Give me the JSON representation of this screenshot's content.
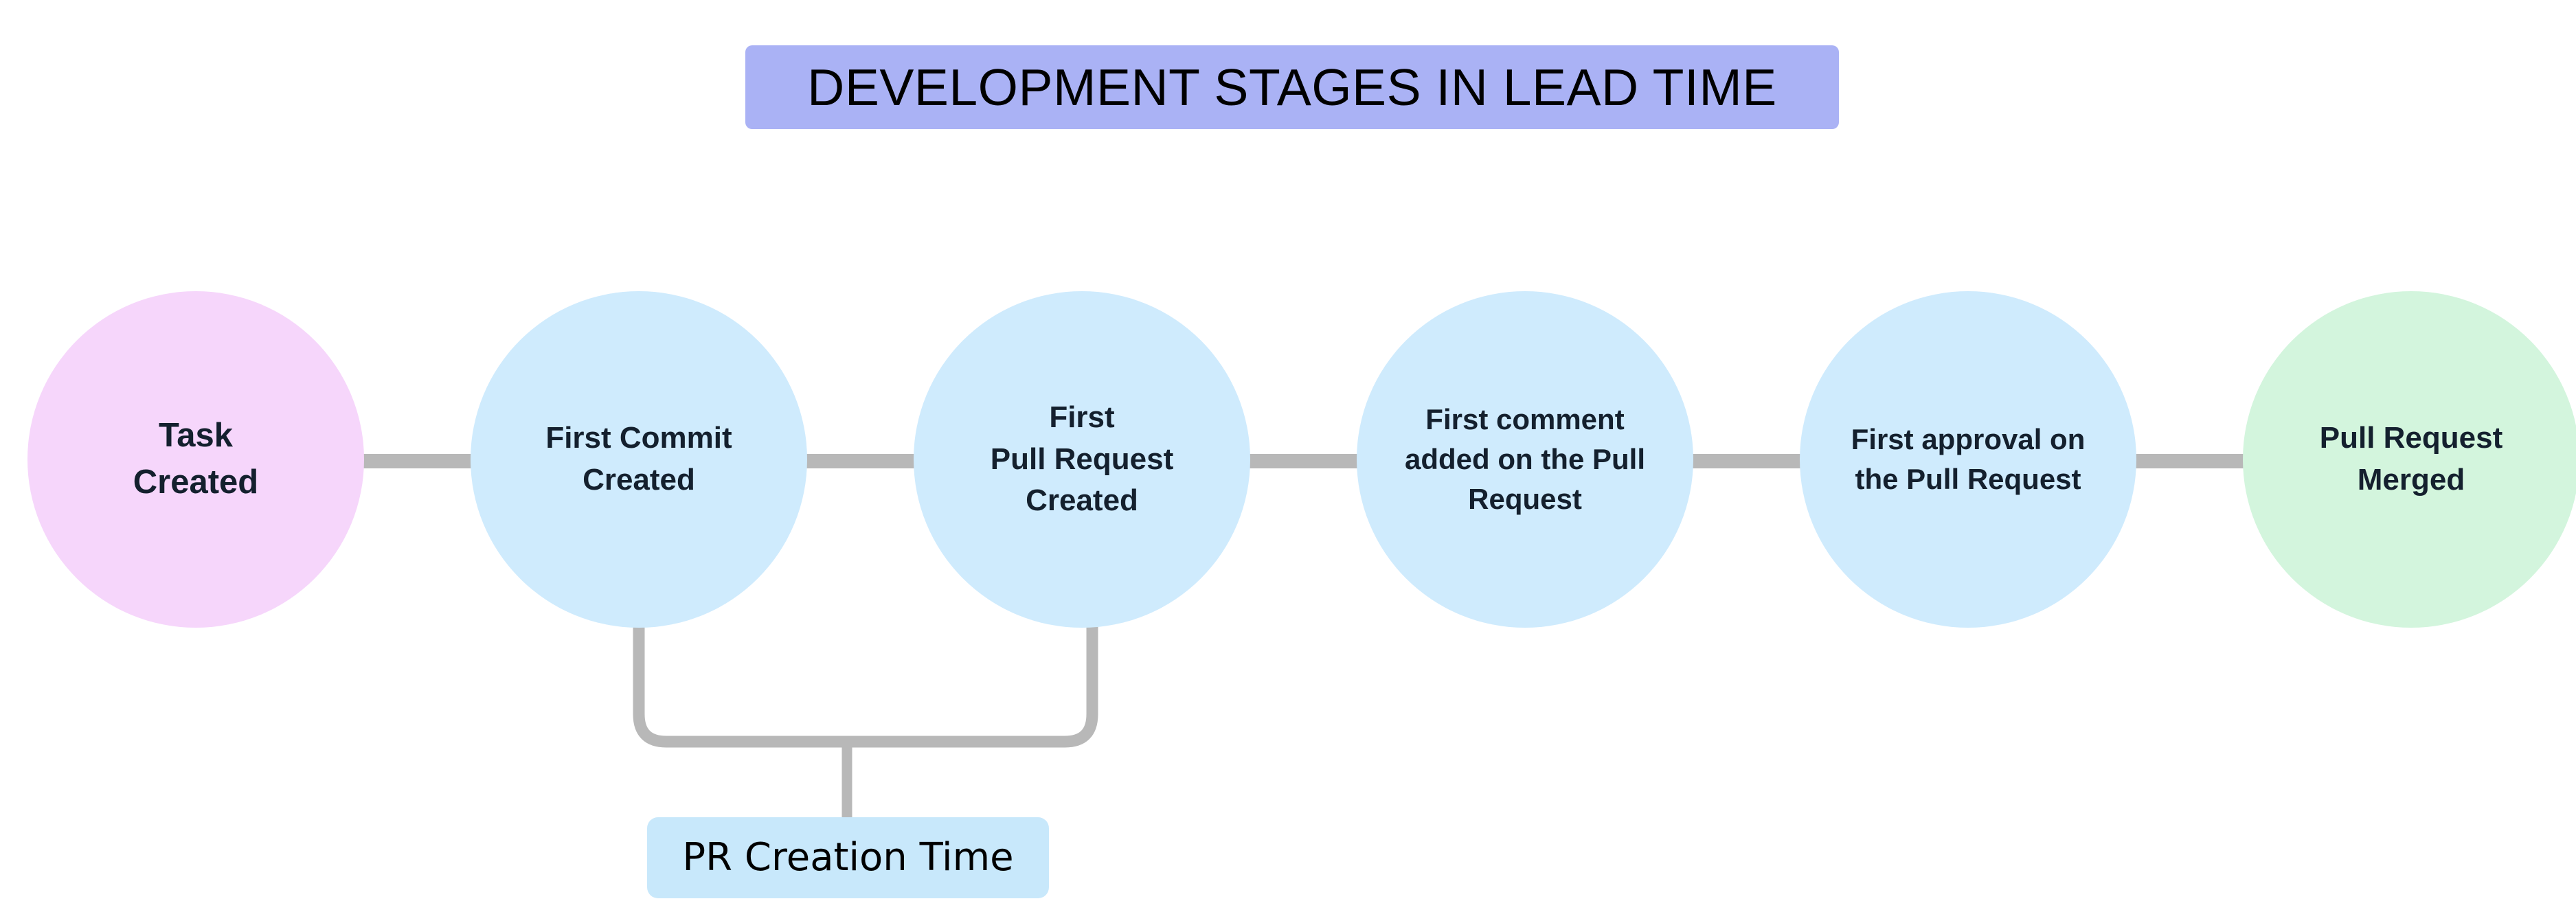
{
  "diagram": {
    "title": "DEVELOPMENT STAGES IN LEAD TIME",
    "title_bg_color": "#aab2f5",
    "canvas_bg_color": "#ffffff",
    "connector_color": "#b8b8b8",
    "stages": [
      {
        "id": "task-created",
        "label": "Task\nCreated",
        "fill_color": "#f6d6fb",
        "text_color": "#14202e"
      },
      {
        "id": "first-commit-created",
        "label": "First Commit\nCreated",
        "fill_color": "#cfebfd",
        "text_color": "#14202e"
      },
      {
        "id": "first-pull-request-created",
        "label": "First\nPull Request\nCreated",
        "fill_color": "#cfebfd",
        "text_color": "#14202e"
      },
      {
        "id": "first-comment-added",
        "label": "First comment\nadded on the Pull\nRequest",
        "fill_color": "#cfebfd",
        "text_color": "#14202e"
      },
      {
        "id": "first-approval",
        "label": "First approval on\nthe Pull Request",
        "fill_color": "#cfebfd",
        "text_color": "#14202e"
      },
      {
        "id": "pull-request-merged",
        "label": "Pull Request\nMerged",
        "fill_color": "#d3f5dd",
        "text_color": "#14202e"
      }
    ],
    "annotation": {
      "label": "PR Creation Time",
      "fill_color": "#c8e8fb",
      "text_color": "#000000",
      "spans_from": "first-commit-created",
      "spans_to": "first-pull-request-created"
    }
  }
}
